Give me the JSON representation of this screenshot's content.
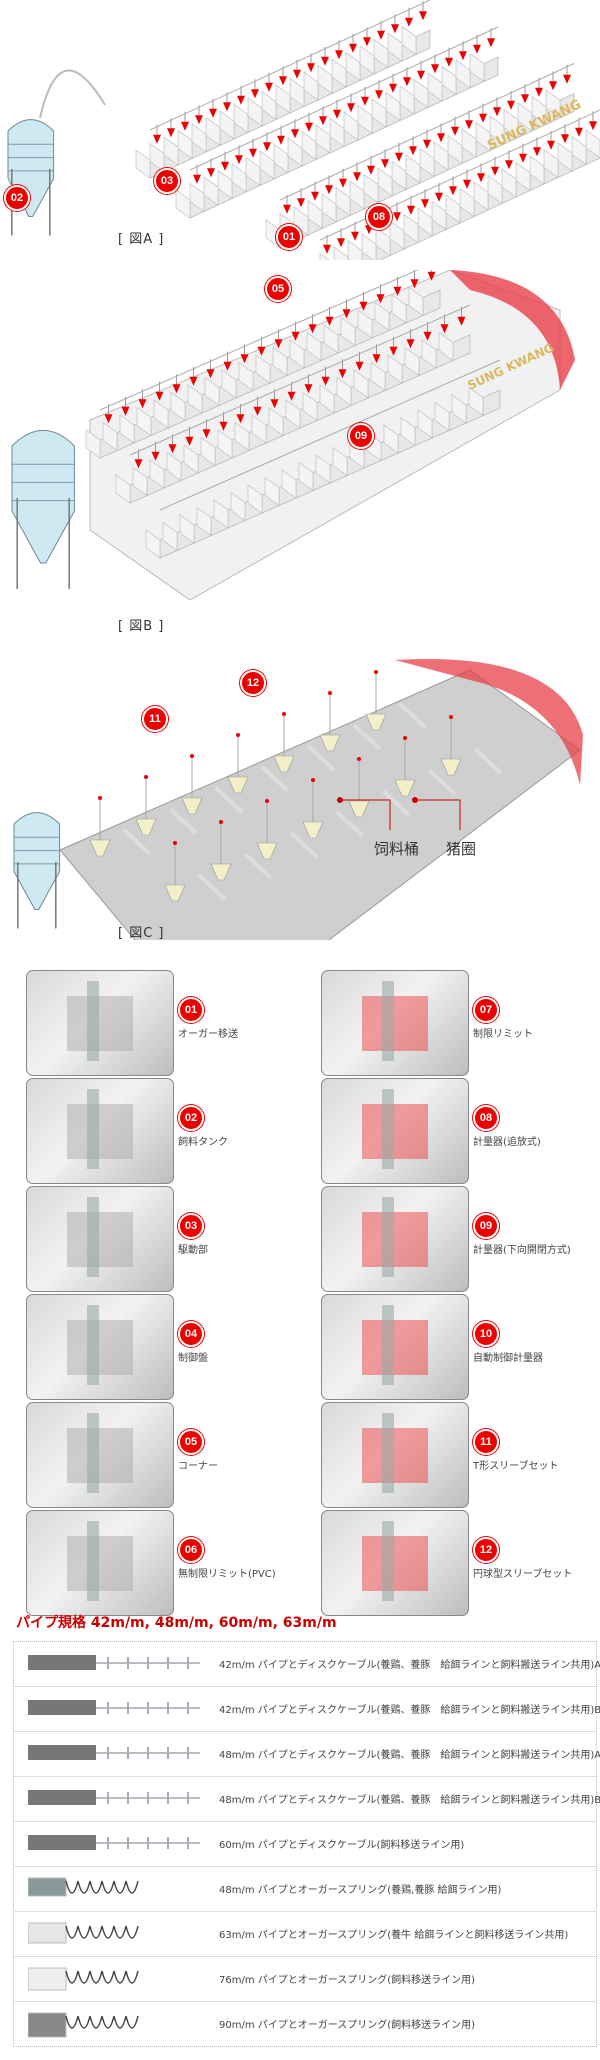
{
  "diagrams": {
    "a": {
      "label": "[ 図A ]",
      "badges": [
        "02",
        "03",
        "01",
        "08",
        "05"
      ]
    },
    "b": {
      "label": "[ 図B ]",
      "badges": [
        "09"
      ]
    },
    "c": {
      "label": "[ 図C ]",
      "badges": [
        "11",
        "12"
      ],
      "callouts": {
        "feeder": "饲料桶",
        "pen": "猪圈"
      }
    }
  },
  "parts": [
    {
      "num": "01",
      "label": "オーガー移送"
    },
    {
      "num": "07",
      "label": "制限リミット"
    },
    {
      "num": "02",
      "label": "飼料タンク"
    },
    {
      "num": "08",
      "label": "計量器(追放式)"
    },
    {
      "num": "03",
      "label": "駆動部"
    },
    {
      "num": "09",
      "label": "計量器(下向開閉方式)"
    },
    {
      "num": "04",
      "label": "制御盤"
    },
    {
      "num": "10",
      "label": "自動制御計量器"
    },
    {
      "num": "05",
      "label": "コーナー"
    },
    {
      "num": "11",
      "label": "T形スリーブセット"
    },
    {
      "num": "06",
      "label": "無制限リミット(PVC)"
    },
    {
      "num": "12",
      "label": "円球型スリーブセット"
    }
  ],
  "pipe_spec": {
    "title": "パイプ規格 42m/m, 48m/m, 60m/m, 63m/m",
    "rows": [
      {
        "type": "disc",
        "text": "42m/m パイプとディスクケーブル(養鶏、養豚　給餌ラインと飼料搬送ライン共用)A"
      },
      {
        "type": "disc",
        "text": "42m/m パイプとディスクケーブル(養鶏、養豚　給餌ラインと飼料搬送ライン共用)B"
      },
      {
        "type": "disc",
        "text": "48m/m パイプとディスクケーブル(養鶏、養豚　給餌ラインと飼料搬送ライン共用)A"
      },
      {
        "type": "disc",
        "text": "48m/m パイプとディスクケーブル(養鶏、養豚　給餌ラインと飼料搬送ライン共用)B"
      },
      {
        "type": "disc",
        "text": "60m/m パイプとディスクケーブル(飼料移送ライン用)"
      },
      {
        "type": "spring",
        "text": "48m/m パイプとオーガースプリング(養鶏,養豚 給餌ライン用)"
      },
      {
        "type": "spring",
        "text": "63m/m パイプとオーガースプリング(養牛 給餌ラインと飼料移送ライン共用)"
      },
      {
        "type": "spring",
        "text": "76m/m パイプとオーガースプリング(飼料移送ライン用)"
      },
      {
        "type": "spring",
        "text": "90m/m パイプとオーガースプリング(飼料移送ライン用)"
      }
    ]
  },
  "colors": {
    "accent": "#e00000",
    "title": "#cc0000"
  }
}
